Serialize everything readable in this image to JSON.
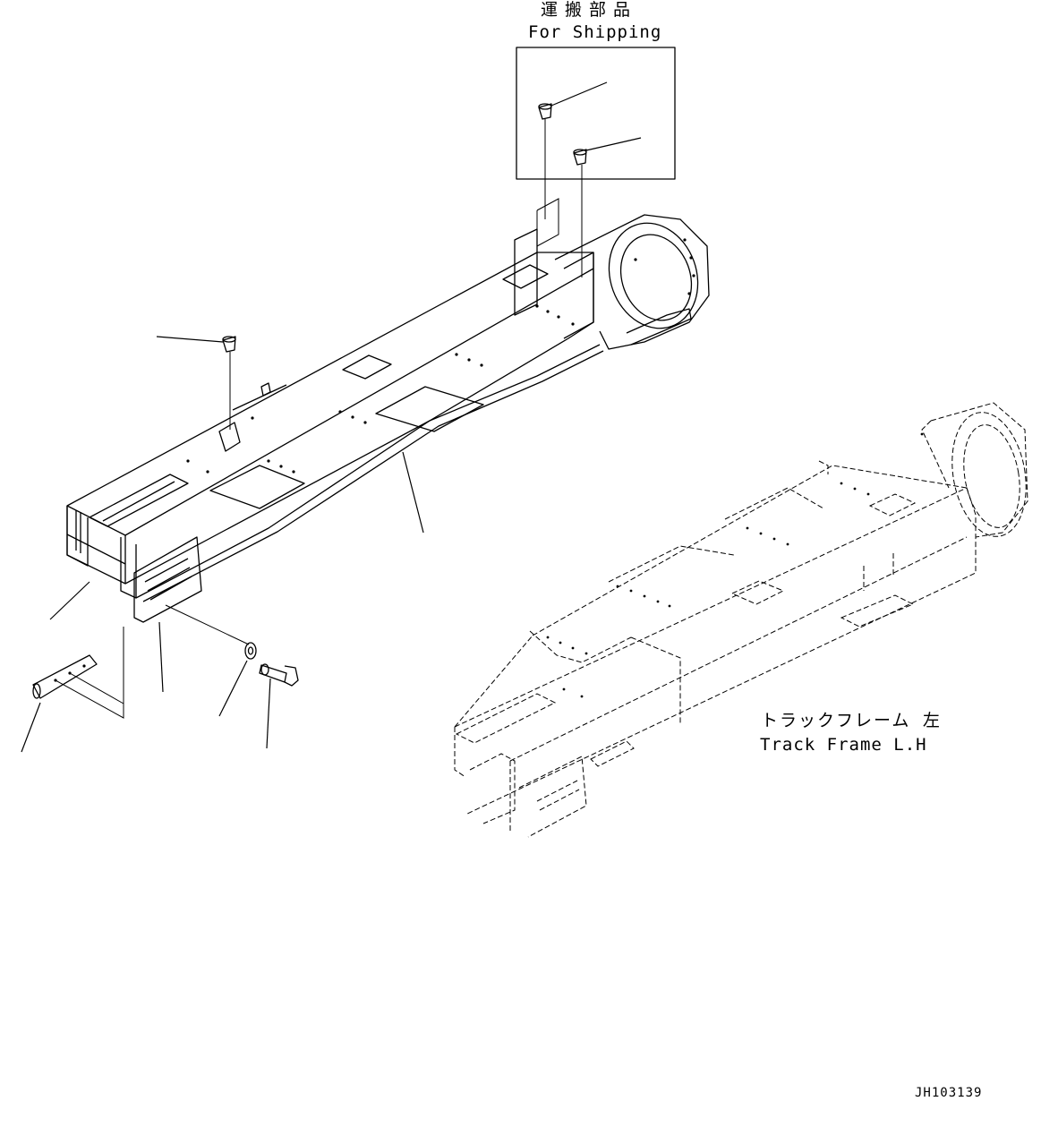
{
  "labels": {
    "shipping_jp": "運搬部品",
    "shipping_en": "For Shipping",
    "frame_jp": "トラックフレーム 左",
    "frame_en": "Track Frame L.H",
    "drawing_number": "JH103139"
  },
  "colors": {
    "line": "#000000",
    "background": "#ffffff"
  }
}
